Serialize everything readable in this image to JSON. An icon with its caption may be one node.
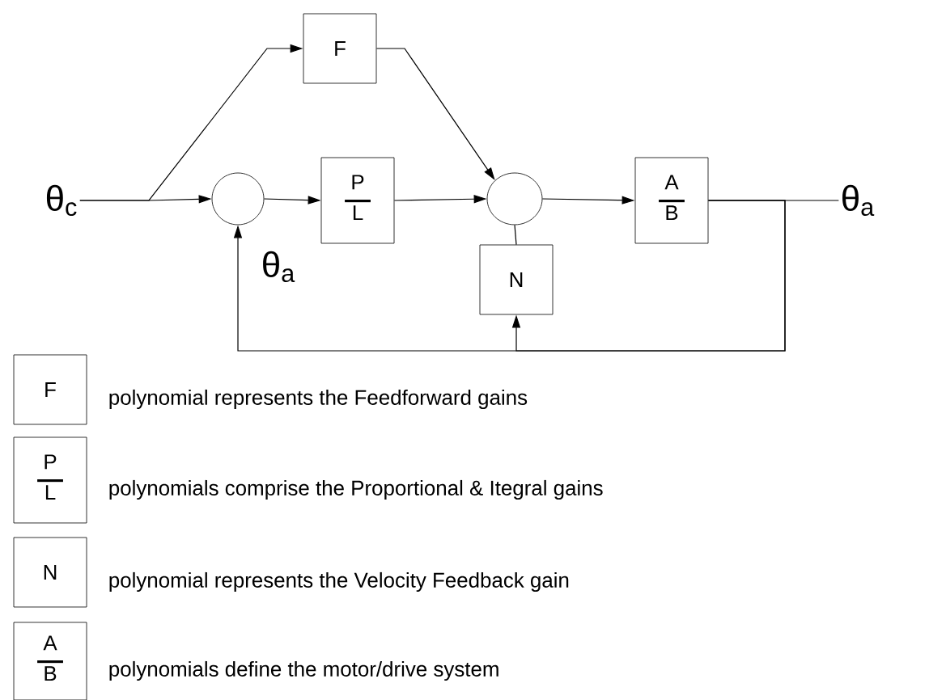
{
  "diagram": {
    "nodes": [
      {
        "text": [
          "θ$_{c}$"
        ]
      },
      {
        "text": [],
        "shape": "circle"
      },
      {
        "text": [
          "F"
        ]
      },
      {
        "text": [
          "P",
          "L"
        ]
      },
      {
        "text": [],
        "shape": "circle"
      },
      {
        "text": [
          "A",
          "B"
        ]
      },
      {
        "text": [
          "θ$_{a}$"
        ]
      },
      {
        "text": [
          "N"
        ]
      },
      {
        "text": [
          "F"
        ],
        "beside": [
          "polynomial represents the Feedforward gains"
        ]
      },
      {
        "text": [
          "P",
          "L"
        ],
        "beside": [
          "polynomials comprise the Proportional & Itegral gains"
        ]
      },
      {
        "text": [
          "N"
        ],
        "beside": [
          "polynomial represents the Velocity Feedback gain"
        ]
      },
      {
        "text": [
          "A",
          "B"
        ],
        "beside": [
          "polynomials define the motor/drive system"
        ]
      }
    ],
    "edges": [
      {
        "from": 0,
        "to": 1,
        "arrow": "to"
      },
      {
        "from": 0,
        "to": 2,
        "arrow": "to"
      },
      {
        "from": 1,
        "to": 3,
        "arrow": "to"
      },
      {
        "from": 3,
        "to": 4,
        "arrow": "to"
      },
      {
        "from": 2,
        "to": 4,
        "arrow": "to"
      },
      {
        "from": 4,
        "to": 5,
        "arrow": "to"
      },
      {
        "from": 5,
        "to": 6,
        "arrow": "none"
      },
      {
        "from": 5,
        "to": 1,
        "arrow": "to"
      },
      {
        "from": 5,
        "to": 7,
        "arrow": "to"
      },
      {
        "from": 7,
        "to": 4,
        "arrow": "none"
      }
    ],
    "labels": [
      "θ$_{a}$"
    ]
  }
}
